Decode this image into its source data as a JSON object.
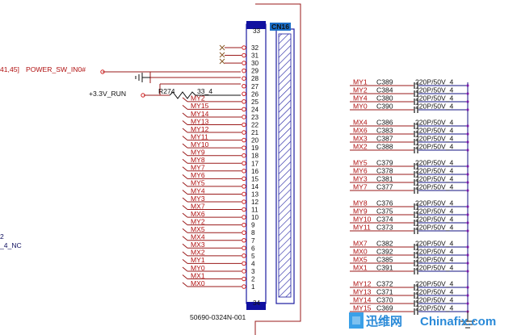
{
  "connector": {
    "ref": "CN16",
    "part_number": "50690-0324N-001",
    "top_index": "33",
    "bottom_index": "34",
    "pins": [
      {
        "num": "32",
        "net": "",
        "nc": true
      },
      {
        "num": "31",
        "net": "",
        "nc": true
      },
      {
        "num": "30",
        "net": "",
        "nc": true
      },
      {
        "num": "29",
        "net": ""
      },
      {
        "num": "28",
        "net": ""
      },
      {
        "num": "27",
        "net": ""
      },
      {
        "num": "26",
        "net": ""
      },
      {
        "num": "25",
        "net": "MY2"
      },
      {
        "num": "24",
        "net": "MY15"
      },
      {
        "num": "23",
        "net": "MY14"
      },
      {
        "num": "22",
        "net": "MY13"
      },
      {
        "num": "21",
        "net": "MY12"
      },
      {
        "num": "20",
        "net": "MY11"
      },
      {
        "num": "19",
        "net": "MY10"
      },
      {
        "num": "18",
        "net": "MY9"
      },
      {
        "num": "17",
        "net": "MY8"
      },
      {
        "num": "16",
        "net": "MY7"
      },
      {
        "num": "15",
        "net": "MY6"
      },
      {
        "num": "14",
        "net": "MY5"
      },
      {
        "num": "13",
        "net": "MY4"
      },
      {
        "num": "12",
        "net": "MY3"
      },
      {
        "num": "11",
        "net": "MX7"
      },
      {
        "num": "10",
        "net": "MX6"
      },
      {
        "num": "9",
        "net": "MY2"
      },
      {
        "num": "8",
        "net": "MX5"
      },
      {
        "num": "7",
        "net": "MX4"
      },
      {
        "num": "6",
        "net": "MX3"
      },
      {
        "num": "5",
        "net": "MX2"
      },
      {
        "num": "4",
        "net": "MY1"
      },
      {
        "num": "3",
        "net": "MY0"
      },
      {
        "num": "2",
        "net": "MX1"
      },
      {
        "num": "1",
        "net": "MX0"
      }
    ]
  },
  "left_labels": {
    "ref_fragment": "41,45]",
    "power_net": "POWER_SW_IN0#",
    "supply_net": "+3.3V_RUN",
    "resistor_ref": "R274",
    "resistor_value": "33_4",
    "edge_text_1": "2",
    "edge_text_2": "_4_NC"
  },
  "capacitors": [
    {
      "net": "MY1",
      "ref": "C389",
      "value": "220P/50V_4"
    },
    {
      "net": "MY2",
      "ref": "C384",
      "value": "220P/50V_4"
    },
    {
      "net": "MY4",
      "ref": "C380",
      "value": "220P/50V_4"
    },
    {
      "net": "MY0",
      "ref": "C390",
      "value": "220P/50V_4"
    },
    {
      "net": "MX4",
      "ref": "C386",
      "value": "220P/50V_4"
    },
    {
      "net": "MX6",
      "ref": "C383",
      "value": "220P/50V_4"
    },
    {
      "net": "MX3",
      "ref": "C387",
      "value": "220P/50V_4"
    },
    {
      "net": "MX2",
      "ref": "C388",
      "value": "220P/50V_4"
    },
    {
      "net": "MY5",
      "ref": "C379",
      "value": "220P/50V_4"
    },
    {
      "net": "MY6",
      "ref": "C378",
      "value": "220P/50V_4"
    },
    {
      "net": "MY3",
      "ref": "C381",
      "value": "220P/50V_4"
    },
    {
      "net": "MY7",
      "ref": "C377",
      "value": "220P/50V_4"
    },
    {
      "net": "MY8",
      "ref": "C376",
      "value": "220P/50V_4"
    },
    {
      "net": "MY9",
      "ref": "C375",
      "value": "220P/50V_4"
    },
    {
      "net": "MY10",
      "ref": "C374",
      "value": "220P/50V_4"
    },
    {
      "net": "MY11",
      "ref": "C373",
      "value": "220P/50V_4"
    },
    {
      "net": "MX7",
      "ref": "C382",
      "value": "220P/50V_4"
    },
    {
      "net": "MX0",
      "ref": "C392",
      "value": "220P/50V_4"
    },
    {
      "net": "MX5",
      "ref": "C385",
      "value": "220P/50V_4"
    },
    {
      "net": "MX1",
      "ref": "C391",
      "value": "220P/50V_4"
    },
    {
      "net": "MY12",
      "ref": "C372",
      "value": "220P/50V_4"
    },
    {
      "net": "MY13",
      "ref": "C371",
      "value": "220P/50V_4"
    },
    {
      "net": "MY14",
      "ref": "C370",
      "value": "220P/50V_4"
    },
    {
      "net": "MY15",
      "ref": "C369",
      "value": "220P/50V_4"
    }
  ],
  "watermark": {
    "cn_text": "迅维网",
    "site_text": "Chinafix.com"
  },
  "colors": {
    "wire": "#9a1a1a",
    "net_label": "#b01010",
    "pin_circle": "#d02020",
    "node_dot": "#cc33cc",
    "connector_body": "#1a1aa0",
    "connector_cap": "#1010a0",
    "ref_label_bg": "#1a6ec8"
  }
}
